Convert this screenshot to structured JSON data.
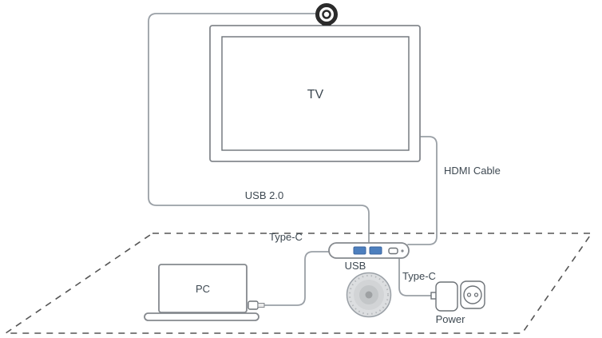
{
  "labels": {
    "tv": "TV",
    "usb_cable": "USB 2.0",
    "hdmi_cable": "HDMI Cable",
    "type_c_hub": "Type-C",
    "usb_ports": "USB",
    "type_c_power": "Type-C",
    "pc": "PC",
    "power": "Power"
  },
  "colors": {
    "cable": "#9aa0a6",
    "usb_port_fill": "#4d7fbe",
    "usb_port_stroke": "#3c66a0"
  }
}
